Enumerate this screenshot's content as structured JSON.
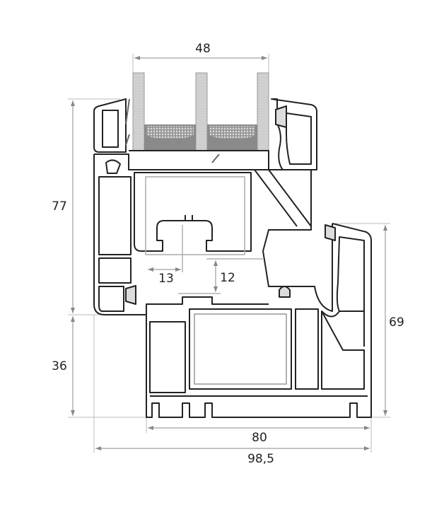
{
  "title": "Window profile cross-section",
  "dimensions": {
    "glass_width": "48",
    "sash_height": "77",
    "frame_height_left": "36",
    "frame_height_right": "69",
    "rebate_width": "13",
    "rebate_height": "12",
    "frame_depth": "80",
    "total_depth": "98,5"
  },
  "colors": {
    "line": "#222222",
    "dim": "#888888",
    "glass": "#c8c8c8",
    "spacer": "#8a8a8a"
  }
}
